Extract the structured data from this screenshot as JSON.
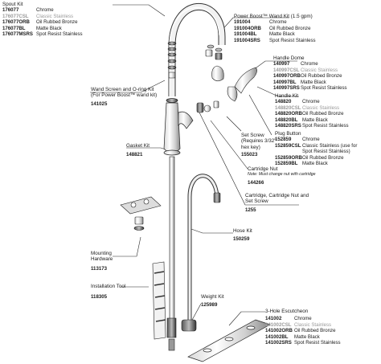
{
  "spout_kit": {
    "title": "Spout Kit",
    "items": [
      {
        "num": "176077",
        "finish": "Chrome",
        "muted": false
      },
      {
        "num": "176077CSL",
        "finish": "Classic Stainless",
        "muted": true
      },
      {
        "num": "176077ORB",
        "finish": "Oil Rubbed Bronze",
        "muted": false
      },
      {
        "num": "176077BL",
        "finish": "Matte Black",
        "muted": false
      },
      {
        "num": "176077MSRS",
        "finish": "Spot Resist Stainless",
        "muted": false
      }
    ]
  },
  "wand_kit": {
    "title": "Power Boost™ Wand Kit (1.5 gpm)",
    "items": [
      {
        "num": "191004",
        "finish": "Chrome",
        "muted": false
      },
      {
        "num": "191004ORB",
        "finish": "Oil Rubbed Bronze",
        "muted": false
      },
      {
        "num": "191004BL",
        "finish": "Matte Black",
        "muted": false
      },
      {
        "num": "191004SRS",
        "finish": "Spot Resist Stainless",
        "muted": false
      }
    ]
  },
  "handle_dome": {
    "title": "Handle Dome",
    "items": [
      {
        "num": "140997",
        "finish": "Chrome",
        "muted": false
      },
      {
        "num": "140997CSL",
        "finish": "Classic Stainless",
        "muted": true
      },
      {
        "num": "140997ORB",
        "finish": "Oil Rubbed Bronze",
        "muted": false
      },
      {
        "num": "140997BL",
        "finish": "Matte Black",
        "muted": false
      },
      {
        "num": "140997SRS",
        "finish": "Spot Resist Stainless",
        "muted": false
      }
    ]
  },
  "handle_kit": {
    "title": "Handle Kit",
    "items": [
      {
        "num": "148820",
        "finish": "Chrome",
        "muted": false
      },
      {
        "num": "148820CSL",
        "finish": "Classic Stainless",
        "muted": true
      },
      {
        "num": "148820ORB",
        "finish": "Oil Rubbed Bronze",
        "muted": false
      },
      {
        "num": "148820BL",
        "finish": "Matte Black",
        "muted": false
      },
      {
        "num": "148820SRS",
        "finish": "Spot Resist Stainless",
        "muted": false
      }
    ]
  },
  "plug_button": {
    "title": "Plug Button",
    "items": [
      {
        "num": "152859",
        "finish": "Chrome",
        "muted": false
      },
      {
        "num": "152859CSL",
        "finish": "Classic Stainless (use for",
        "muted": false
      },
      {
        "num": "",
        "finish": "Spot Resist Stainless)",
        "muted": false
      },
      {
        "num": "152859ORB",
        "finish": "Oil Rubbed Bronze",
        "muted": false
      },
      {
        "num": "152859BL",
        "finish": "Matte Black",
        "muted": false
      }
    ]
  },
  "wand_screen": {
    "title_1": "Wand Screen and O-ring Kit",
    "title_2": "(For Power Boost™ wand kit)",
    "num": "141025"
  },
  "set_screw": {
    "title_1": "Set Screw",
    "title_2": "(Requires 3/32\"",
    "title_3": "hex key)",
    "num": "155023"
  },
  "cartridge_nut": {
    "title": "Cartridge Nut",
    "note": "Note: Must change nut with cartridge",
    "num": "144266"
  },
  "cartridge_kit": {
    "title_1": "Cartridge, Cartridge Nut and",
    "title_2": "Set Screw",
    "num": "1255"
  },
  "gasket_kit": {
    "title": "Gasket Kit",
    "num": "148821"
  },
  "hose_kit": {
    "title": "Hose Kit",
    "num": "150259"
  },
  "mounting": {
    "title_1": "Mounting",
    "title_2": "Hardware",
    "num": "113173"
  },
  "install_tool": {
    "title": "Installation Tool",
    "num": "118305"
  },
  "weight_kit": {
    "title": "Weight Kit",
    "num": "125989"
  },
  "escutcheon": {
    "title": "3-Hole Escutcheon",
    "items": [
      {
        "num": "141002",
        "finish": "Chrome",
        "muted": false
      },
      {
        "num": "141002CSL",
        "finish": "Classic Stainless",
        "muted": true
      },
      {
        "num": "141002ORB",
        "finish": "Oil Rubbed Bronze",
        "muted": false
      },
      {
        "num": "141002BL",
        "finish": "Matte Black",
        "muted": false
      },
      {
        "num": "141002SRS",
        "finish": "Spot Resist Stainless",
        "muted": false
      }
    ]
  },
  "colors": {
    "line": "#222222",
    "muted_text": "#9a9a9a"
  }
}
